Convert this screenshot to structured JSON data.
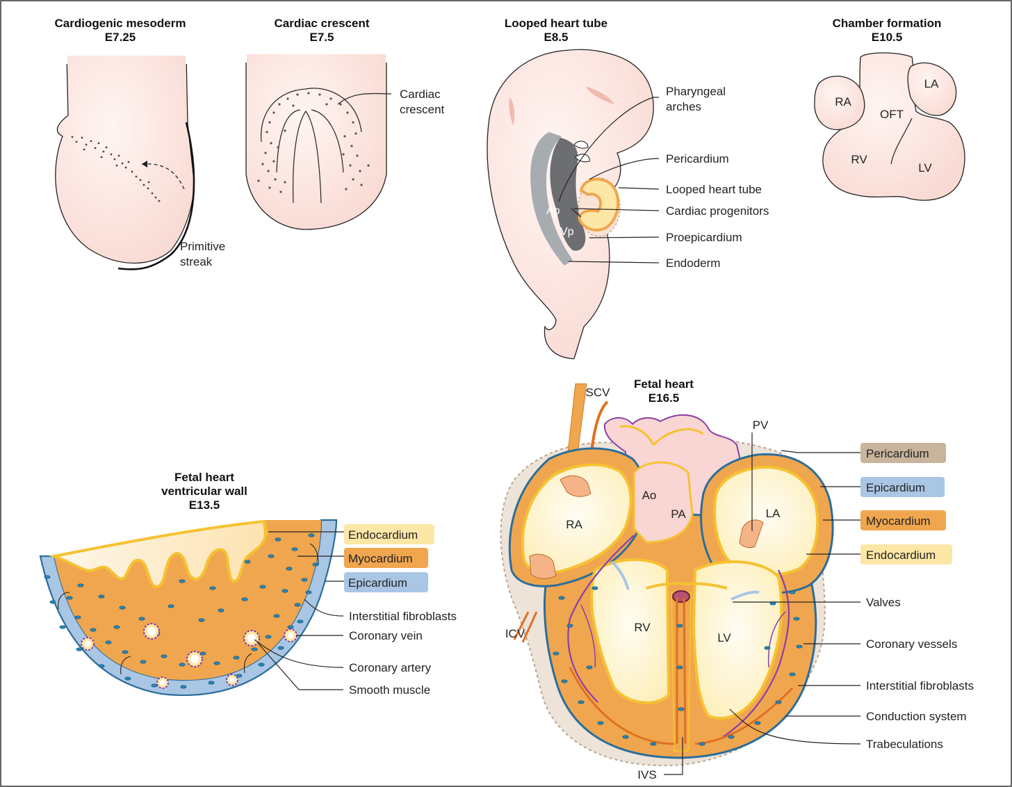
{
  "colors": {
    "embryo_pink": "#fde8e4",
    "myocardium": "#f0a64e",
    "endocardium": "#fde7a6",
    "epicardium": "#a9c6e4",
    "epicardium_line": "#2b6d9a",
    "pericardium": "#c9b49c",
    "pericardium_bg": "#ede3d8",
    "coronary_purple": "#8a3fa6",
    "conduction_orange": "#e0701e",
    "progenitor_gray": "#6d6e71",
    "light_gray": "#a7acb0"
  },
  "panels": {
    "mesoderm": {
      "title": "Cardiogenic mesoderm",
      "stage": "E7.25",
      "labels": {
        "streak_line1": "Primitive",
        "streak_line2": "streak"
      }
    },
    "crescent": {
      "title": "Cardiac crescent",
      "stage": "E7.5",
      "labels": {
        "crescent_line1": "Cardiac",
        "crescent_line2": "crescent"
      }
    },
    "looped": {
      "title": "Looped heart tube",
      "stage": "E8.5",
      "labels": {
        "pharyngeal_line1": "Pharyngeal",
        "pharyngeal_line2": "arches",
        "pericardium": "Pericardium",
        "looped_tube": "Looped heart tube",
        "progenitors": "Cardiac progenitors",
        "proepicardium": "Proepicardium",
        "endoderm": "Endoderm",
        "ap": "Ap",
        "vp": "Vp"
      }
    },
    "chambers": {
      "title": "Chamber formation",
      "stage": "E10.5",
      "labels": {
        "ra": "RA",
        "la": "LA",
        "oft": "OFT",
        "rv": "RV",
        "lv": "LV"
      }
    },
    "wall": {
      "title_line1": "Fetal heart",
      "title_line2": "ventricular wall",
      "stage": "E13.5",
      "boxes": {
        "endocardium": "Endocardium",
        "myocardium": "Myocardium",
        "epicardium": "Epicardium"
      },
      "labels": {
        "fibroblasts": "Interstitial fibroblasts",
        "vein": "Coronary vein",
        "artery": "Coronary artery",
        "smooth_muscle": "Smooth muscle"
      }
    },
    "fetal": {
      "title": "Fetal heart",
      "stage": "E16.5",
      "boxes": {
        "pericardium": "Pericardium",
        "epicardium": "Epicardium",
        "myocardium": "Myocardium",
        "endocardium": "Endocardium"
      },
      "labels": {
        "valves": "Valves",
        "coronary": "Coronary vessels",
        "fibroblasts": "Interstitial fibroblasts",
        "conduction": "Conduction system",
        "trabeculations": "Trabeculations",
        "scv": "SCV",
        "icv": "ICV",
        "pv": "PV",
        "ivs": "IVS",
        "ra": "RA",
        "la": "LA",
        "ao": "Ao",
        "pa": "PA",
        "rv": "RV",
        "lv": "LV"
      }
    }
  }
}
